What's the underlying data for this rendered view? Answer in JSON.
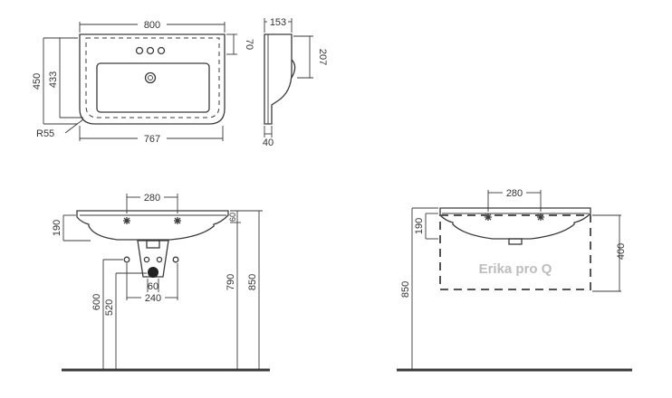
{
  "top_view": {
    "width": "800",
    "depth": "450",
    "inner_depth": "433",
    "radius": "R55",
    "bottom_width": "767",
    "rim_depth": "70"
  },
  "side_view": {
    "depth": "153",
    "height": "207",
    "thickness": "40"
  },
  "front_view_pedestal": {
    "tap_spacing": "280",
    "basin_height": "190",
    "rim": "60",
    "drain_height": "600",
    "inlet_height": "520",
    "drain_width": "60",
    "inlet_spacing": "240",
    "rim_height": "790",
    "total_height": "850"
  },
  "front_view_cabinet": {
    "tap_spacing": "280",
    "basin_height": "190",
    "cabinet_height": "400",
    "total_height": "850",
    "cabinet_name": "Erika pro Q"
  }
}
